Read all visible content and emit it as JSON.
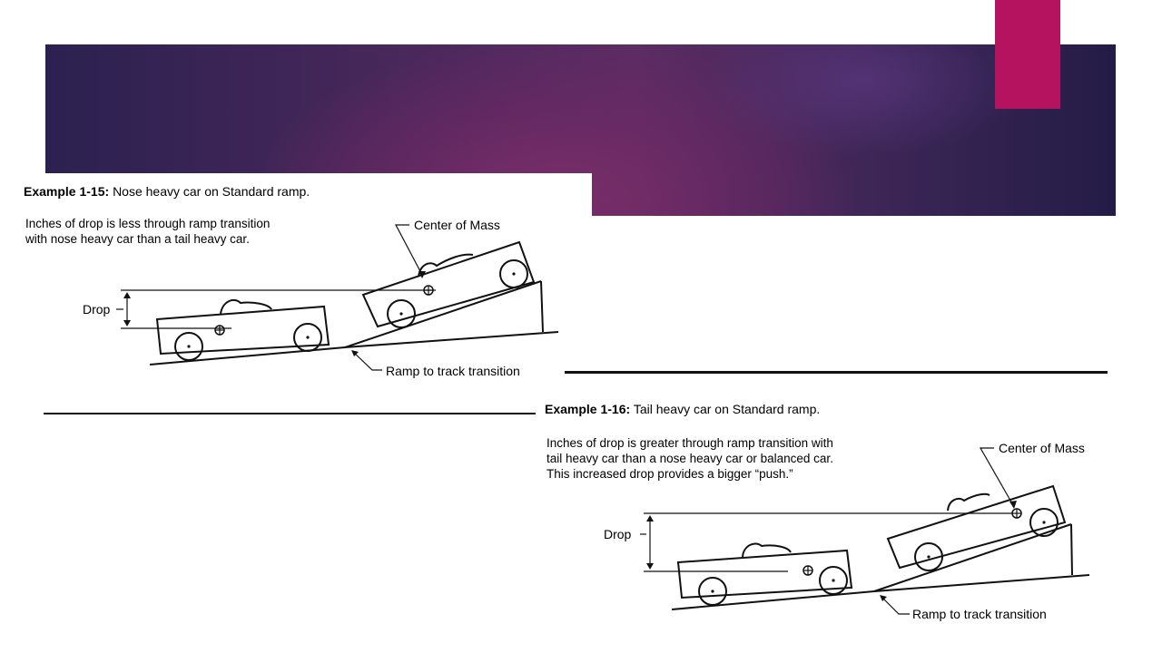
{
  "slide": {
    "colors": {
      "banner_dark": "#2b2150",
      "banner_mid": "#7a2e69",
      "accent": "#b5135f"
    }
  },
  "example1": {
    "title_prefix": "Example 1-15:",
    "title_text": "Nose heavy car on Standard ramp.",
    "description": [
      "Inches of drop is less through ramp transition",
      "with nose heavy car than a tail heavy car."
    ],
    "center_label": "Center of Mass",
    "drop_label": "Drop",
    "transition_label": "Ramp to track transition"
  },
  "example2": {
    "title_prefix": "Example 1-16:",
    "title_text": "Tail heavy car on Standard ramp.",
    "description": [
      "Inches of drop is greater through ramp transition with",
      "tail heavy car than a nose heavy car or balanced car.",
      "This increased drop provides a bigger “push.”"
    ],
    "center_label": "Center of Mass",
    "drop_label": "Drop",
    "transition_label": "Ramp to track transition"
  }
}
